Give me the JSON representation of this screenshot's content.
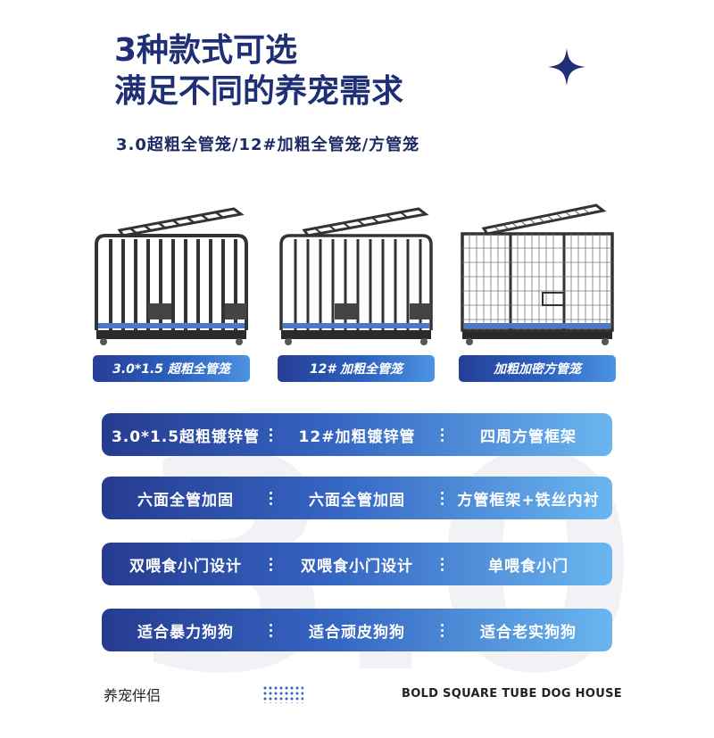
{
  "watermark": "3.0",
  "header": {
    "title_line1": "3种款式可选",
    "title_line2": "满足不同的养宠需求",
    "subtitle": "3.0超粗全管笼/12#加粗全管笼/方管笼",
    "star_icon": "four-point-star-icon"
  },
  "products": [
    {
      "label": "3.0*1.5  超粗全管笼"
    },
    {
      "label": "12#  加粗全管笼"
    },
    {
      "label": "加粗加密方管笼"
    }
  ],
  "comparison_rows": [
    [
      "3.0*1.5超粗镀锌管",
      "12#加粗镀锌管",
      "四周方管框架"
    ],
    [
      "六面全管加固",
      "六面全管加固",
      "方管框架+铁丝内衬"
    ],
    [
      "双喂食小门设计",
      "双喂食小门设计",
      "单喂食小门"
    ],
    [
      "适合暴力狗狗",
      "适合顽皮狗狗",
      "适合老实狗狗"
    ]
  ],
  "footer": {
    "brand": "养宠伴侣",
    "tagline": "BOLD SQUARE TUBE DOG HOUSE"
  },
  "colors": {
    "title": "#1f2f75",
    "accent_dark": "#263b8f",
    "accent_light": "#6ab6ef"
  }
}
